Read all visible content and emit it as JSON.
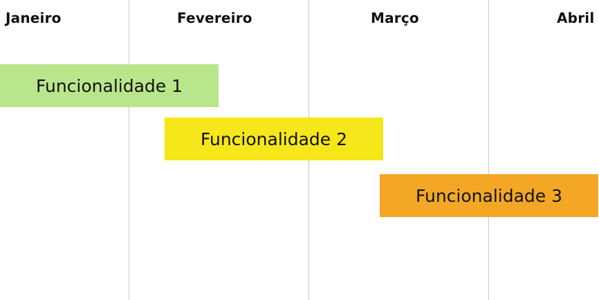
{
  "months": [
    {
      "label": "Janeiro"
    },
    {
      "label": "Fevereiro"
    },
    {
      "label": "Março"
    },
    {
      "label": "Abril"
    }
  ],
  "features": [
    {
      "label": "Funcionalidade 1",
      "color": "#b9e58b"
    },
    {
      "label": "Funcionalidade 2",
      "color": "#f6e71b"
    },
    {
      "label": "Funcionalidade 3",
      "color": "#f3a724"
    }
  ]
}
